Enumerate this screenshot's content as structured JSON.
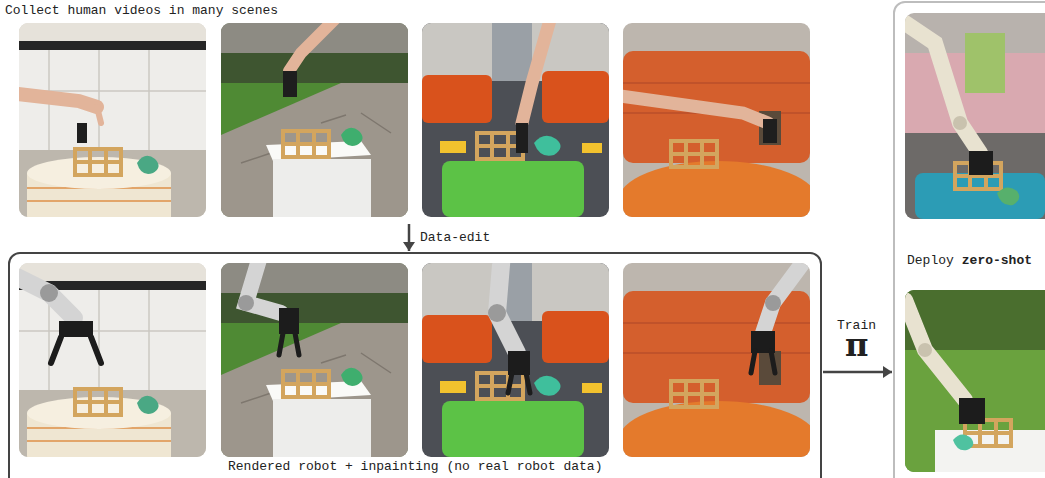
{
  "diagram": {
    "nodes": [
      {
        "text": [
          "Collect human videos in many scenes"
        ]
      },
      {
        "text": [
          "Rendered robot + inpainting (no real robot data)"
        ]
      },
      {
        "text": [
          "Deploy",
          "zero-shot"
        ]
      }
    ],
    "edges": [
      {
        "from": 0,
        "to": 1,
        "arrow": "to",
        "label": "Data-edit"
      },
      {
        "from": 1,
        "to": 2,
        "arrow": "to",
        "label": "Train"
      }
    ],
    "labels": [
      "π"
    ]
  }
}
